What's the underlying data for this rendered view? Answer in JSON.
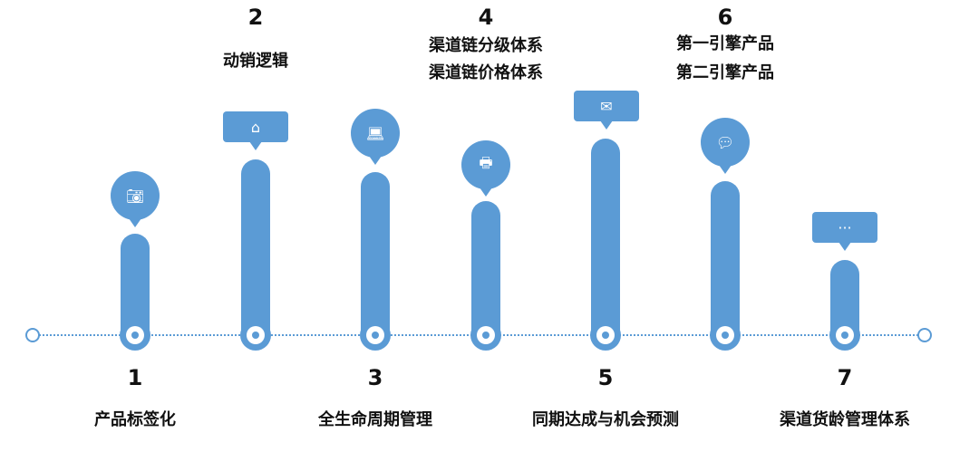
{
  "color": "#5b9bd5",
  "steps": [
    {
      "num": "1",
      "lines": [
        "产品标签化"
      ],
      "icon": "camera-icon"
    },
    {
      "num": "2",
      "lines": [
        "动销逻辑"
      ],
      "icon": "home-icon"
    },
    {
      "num": "3",
      "lines": [
        "全生命周期管理"
      ],
      "icon": "laptop-icon"
    },
    {
      "num": "4",
      "lines": [
        "渠道链分级体系",
        "渠道链价格体系"
      ],
      "icon": "printer-icon"
    },
    {
      "num": "5",
      "lines": [
        "同期达成与机会预测"
      ],
      "icon": "mail-icon"
    },
    {
      "num": "6",
      "lines": [
        "第一引擎产品",
        "第二引擎产品"
      ],
      "icon": "wechat-icon"
    },
    {
      "num": "7",
      "lines": [
        "渠道货龄管理体系"
      ],
      "icon": "chat-icon"
    }
  ]
}
